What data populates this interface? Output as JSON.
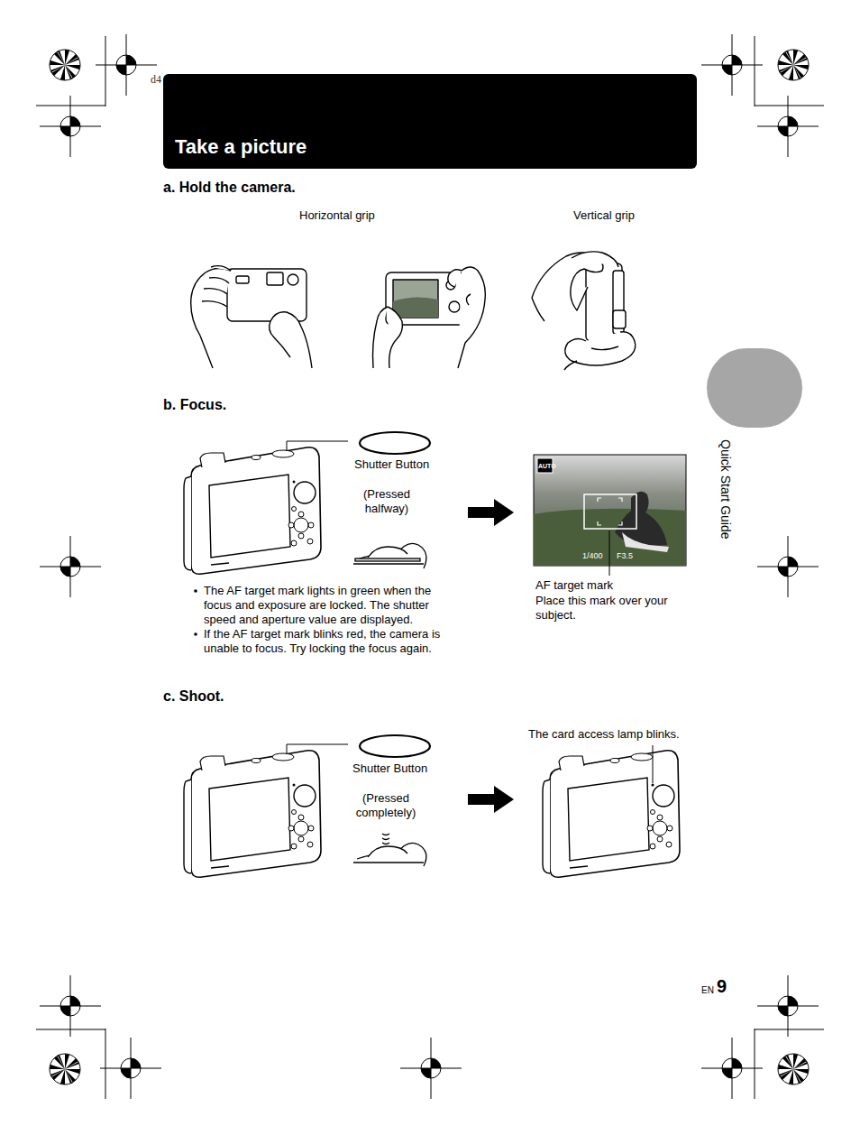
{
  "diagram": {
    "title": "Take a picture",
    "labels": [
      "d4",
      "a. Hold the camera.",
      "Horizontal grip",
      "Vertical grip",
      "b. Focus.",
      "Shutter Button",
      "(Pressed halfway)",
      "AUTO",
      "1/400",
      "F3.5",
      "AF target mark",
      "Place this mark over your subject.",
      "The AF target mark lights in green when the focus and exposure are locked. The shutter speed and aperture value are displayed.",
      "If the AF target mark blinks red, the camera is unable to focus. Try locking the focus again.",
      "c. Shoot.",
      "Shutter Button",
      "(Pressed completely)",
      "The card access lamp blinks.",
      "Quick Start Guide",
      "EN",
      "9"
    ]
  }
}
